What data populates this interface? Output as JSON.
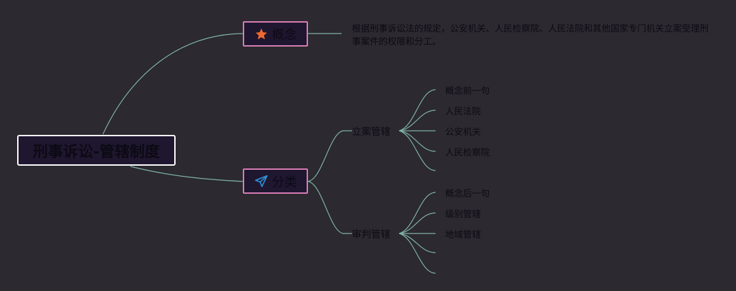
{
  "mindmap": {
    "root": {
      "label": "刑事诉讼-管辖制度"
    },
    "concept": {
      "label": "概念",
      "icon": "star-icon",
      "icon_color": "#ef6a2f",
      "note": "根据刑事诉讼法的规定，公安机关、人民检察院、人民法院和其他国家专门机关立案受理刑事案件的权限和分工。"
    },
    "classification": {
      "label": "分类",
      "icon": "paper-plane-icon",
      "icon_color": "#2f8fd6",
      "children": [
        {
          "label": "立案管辖",
          "children": [
            "概念前一句",
            "人民法院",
            "公安机关",
            "人民检察院",
            ""
          ]
        },
        {
          "label": "审判管辖",
          "children": [
            "概念后一句",
            "级别管辖",
            "地域管辖",
            "",
            ""
          ]
        }
      ]
    },
    "colors": {
      "background": "#2c2930",
      "link": "#7fb2a8",
      "main_border": "#d97fb5",
      "root_border": "#ffffff",
      "text": "#0c0a14"
    }
  }
}
